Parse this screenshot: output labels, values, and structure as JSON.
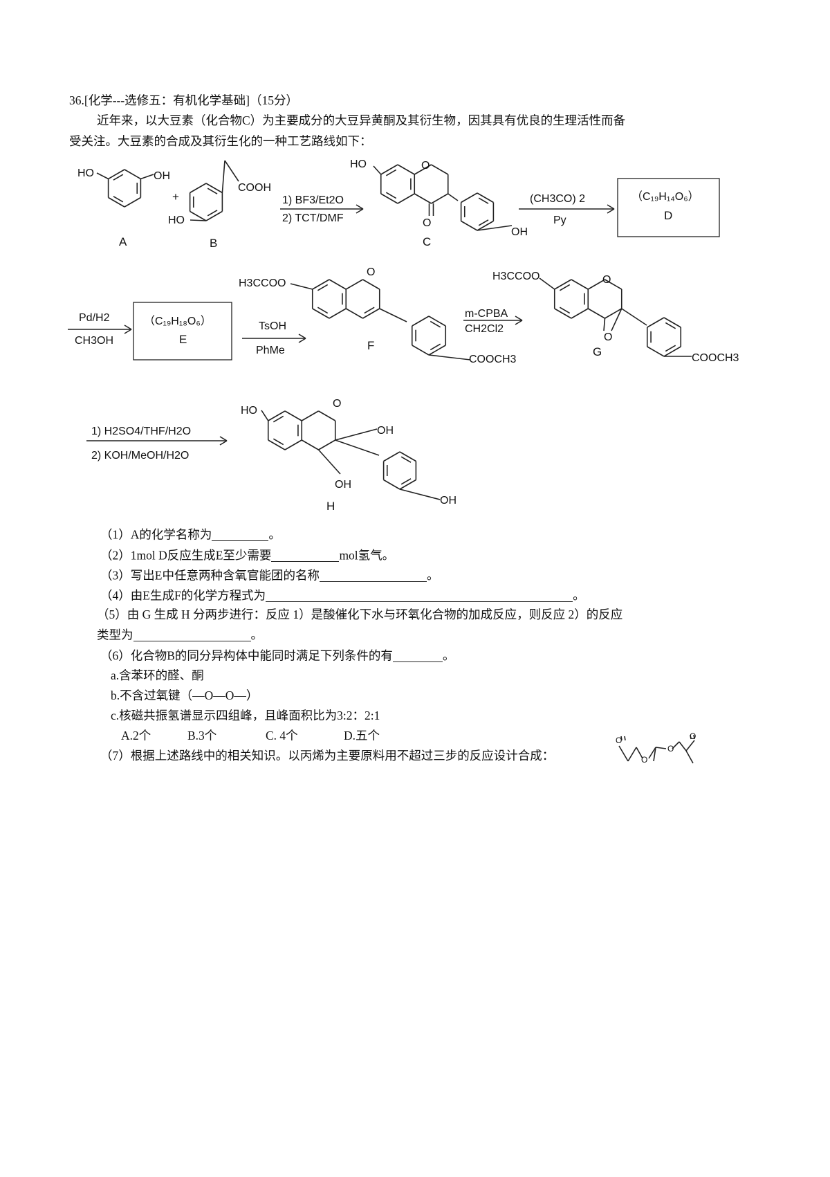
{
  "header": "36.[化学---选修五：有机化学基础]（15分）",
  "intro": [
    "近年来，以大豆素（化合物C）为主要成分的大豆异黄酮及其衍生物，因其具有优良的生理活性而备",
    "受关注。大豆素的合成及其衍生化的一种工艺路线如下："
  ],
  "scheme": {
    "A": {
      "label": "A",
      "sub1": "HO",
      "sub2": "OH"
    },
    "plus": "+",
    "B": {
      "label": "B",
      "cooh": "COOH",
      "ho": "HO"
    },
    "step1": {
      "line1": "1)  BF3/Et2O",
      "line2": "2)  TCT/DMF"
    },
    "C": {
      "label": "C",
      "ho": "HO",
      "o_ring": "O",
      "o_keto": "O",
      "oh": "OH"
    },
    "step2": {
      "above": "(CH3CO)  2",
      "below": "Py"
    },
    "D": {
      "formula": "（C₁₉H₁₄O₆）",
      "label": "D"
    },
    "step3": {
      "above": "Pd/H2",
      "below": "CH3OH"
    },
    "E": {
      "formula": "（C₁₉H₁₈O₆）",
      "label": "E"
    },
    "step4": {
      "above": "TsOH",
      "below": "PhMe"
    },
    "F": {
      "label": "F",
      "ester": "H3CCOO",
      "o_ring": "O",
      "cooch3": "COOCH3"
    },
    "step5": {
      "above": "m-CPBA",
      "below": "CH2Cl2"
    },
    "G": {
      "label": "G",
      "ester": "H3CCOO",
      "o_ring": "O",
      "o_epox": "O",
      "cooch3": "COOCH3"
    },
    "step6": {
      "line1": "1)  H2SO4/THF/H2O",
      "line2": "2)  KOH/MeOH/H2O"
    },
    "H": {
      "label": "H",
      "ho": "HO",
      "o_ring": "O",
      "oh1": "OH",
      "oh2": "OH",
      "oh3": "OH"
    },
    "target": {
      "o1": "O",
      "o2": "O",
      "o3": "O",
      "o4": "O"
    }
  },
  "questions": {
    "q1": {
      "pre": "（1）A的化学名称为",
      "post": "。"
    },
    "q2": {
      "pre": "（2）1mol D反应生成E至少需要",
      "mid": "mol氢气。"
    },
    "q3": {
      "pre": "（3）写出E中任意两种含氧官能团的名称",
      "post": "。"
    },
    "q4": {
      "pre": "（4）由E生成F的化学方程式为",
      "post": "。"
    },
    "q5": {
      "line1": "（5）由 G 生成 H 分两步进行：反应 1）是酸催化下水与环氧化合物的加成反应，则反应 2）的反应",
      "pre": "类型为",
      "post": "。"
    },
    "q6": {
      "pre": "（6）化合物B的同分异构体中能同时满足下列条件的有",
      "post": "。",
      "conditions": [
        "a.含苯环的醛、酮",
        "b.不含过氧键（—O—O—）",
        "c.核磁共振氢谱显示四组峰，且峰面积比为3:2：2:1"
      ],
      "options": [
        "A.2个",
        "B.3个",
        "C. 4个",
        "D.五个"
      ]
    },
    "q7": {
      "text": "（7）根据上述路线中的相关知识。以丙烯为主要原料用不超过三步的反应设计合成："
    }
  }
}
